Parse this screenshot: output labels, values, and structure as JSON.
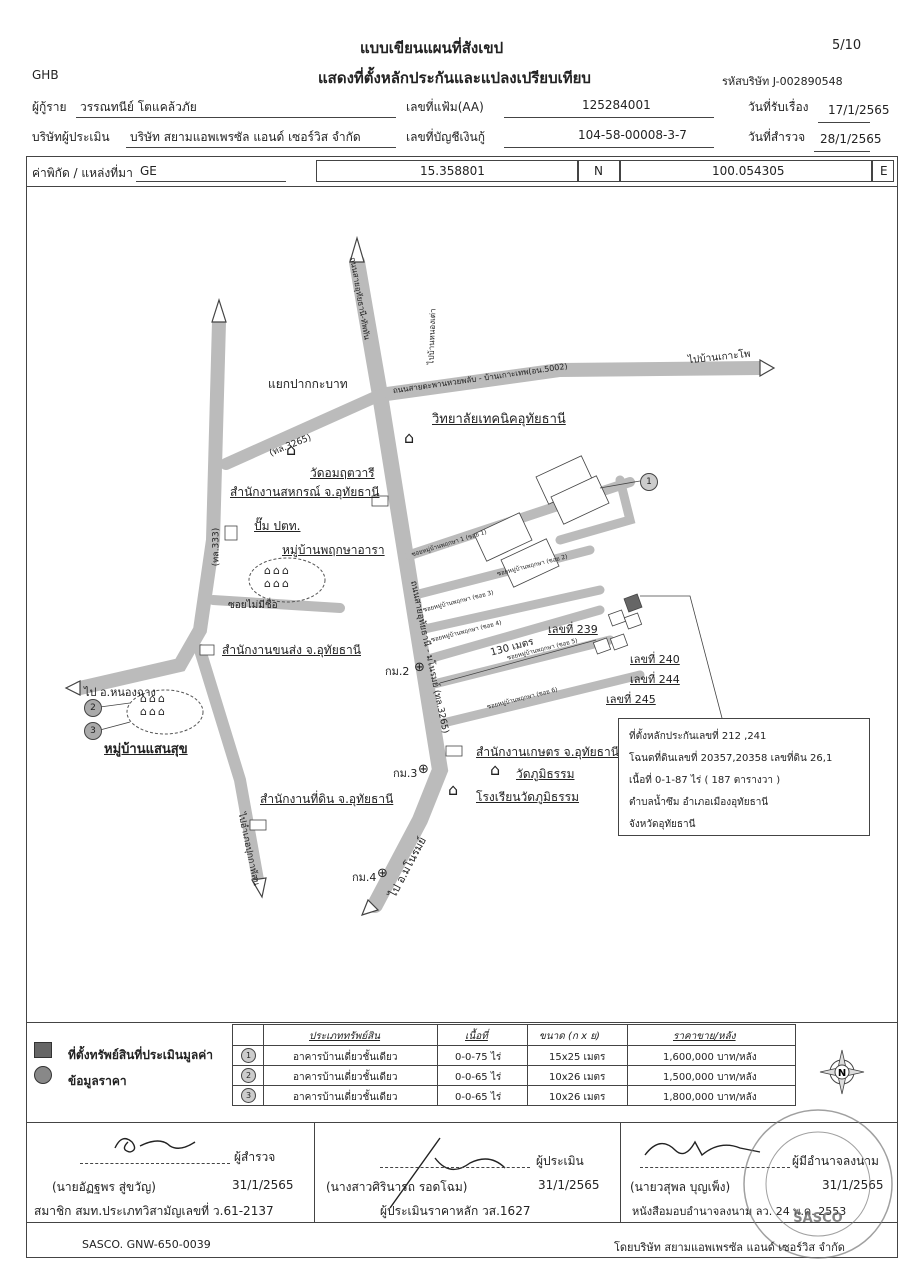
{
  "header": {
    "title1": "แบบเขียนแผนที่สังเขป",
    "title2": "แสดงที่ตั้งหลักประกันและแปลงเปรียบเทียบ",
    "page": "5/10",
    "bank": "GHB",
    "company_code": "รหัสบริษัท J-002890548"
  },
  "info": {
    "borrower_label": "ผู้กู้ราย",
    "borrower": "วรรณทนีย์ โตแคล้วภัย",
    "file_label": "เลขที่แฟ้ม(AA)",
    "file_no": "125284001",
    "received_label": "วันที่รับเรื่อง",
    "received_date": "17/1/2565",
    "appraiser_co_label": "บริษัทผู้ประเมิน",
    "appraiser_co": "บริษัท สยามแอพเพรซัล แอนด์ เซอร์วิส จำกัด",
    "account_label": "เลขที่บัญชีเงินกู้",
    "account_no": "104-58-00008-3-7",
    "survey_label": "วันที่สำรวจ",
    "survey_date": "28/1/2565"
  },
  "coords": {
    "label": "ค่าพิกัด / แหล่งที่มา",
    "source": "GE",
    "lat": "15.358801",
    "n": "N",
    "lon": "100.054305",
    "e": "E"
  },
  "map": {
    "road_labels": {
      "junction": "แยกปากกะบาท",
      "to_ko_pho": "ไปบ้านเกาะโพ",
      "road_5002": "ถนนสายตะพานหวยพลับ - บ้านเกาะเทพ(อน.5002)",
      "rd_3265_top": "(ทล.3265)",
      "rd_333": "(ทล.333)",
      "to_nong_chang": "ไป อ.หนองฉาง",
      "to_manorom": "ไป อ.มโนรมย์",
      "to_wat_sing": "ไปอำเภอปุกกาพัสน",
      "road_3265": "ถนนสายอุทัยธานี - มโนรมย์ (ทล.3265)",
      "soi": "ซอยไม่มีชื่อ",
      "to_north": "ไปบ้านหนองเต่า",
      "road_north": "ถนนสายอุทัยธานี-ทัพทัน",
      "side1": "ซอยหมู่บ้านพฤกษา 1 (ซอย 1)",
      "side2": "ซอยหมู่บ้านพฤกษา (ซอย 2)",
      "side3": "ซอยหมู่บ้านพฤกษา (ซอย 3)",
      "side4": "ซอยหมู่บ้านพฤกษา (ซอย 4)",
      "side5": "ซอยหมู่บ้านพฤกษา (ซอย 5)",
      "side6": "ซอยหมู่บ้านพฤกษา (ซอย 6)"
    },
    "places": {
      "college": "วิทยาลัยเทคนิคอุทัยธานี",
      "wat_amarat": "วัดอมฤตวารี",
      "coop": "สำนักงานสหกรณ์ จ.อุทัยธานี",
      "gas": "ปั๊ม ปตท.",
      "village_pruksa": "หมู่บ้านพฤกษาอารา",
      "transport": "สำนักงานขนส่ง จ.อุทัยธานี",
      "village_saensuk": "หมู่บ้านแสนสุข",
      "land_office": "สำนักงานที่ดิน จ.อุทัยธานี",
      "agri": "สำนักงานเกษตร จ.อุทัยธานี",
      "wat_phumi": "วัดภูมิธรรม",
      "school": "โรงเรียนวัดภูมิธรรม"
    },
    "km": [
      "กม.2",
      "กม.3",
      "กม.4"
    ],
    "lots": [
      "เลขที่ 239",
      "เลขที่ 240",
      "เลขที่ 244",
      "เลขที่ 245"
    ],
    "distance": "130 เมตร",
    "markers": [
      "1",
      "2",
      "3"
    ],
    "info_box": [
      "ที่ตั้งหลักประกันเลขที่ 212 ,241",
      "โฉนดที่ดินเลขที่ 20357,20358  เลขที่ดิน 26,1",
      "เนื้อที่  0-1-87 ไร่ ( 187 ตารางวา )",
      "ตำบลน้ำซึม อำเภอเมืองอุทัยธานี",
      "จังหวัดอุทัยธานี"
    ]
  },
  "legend": {
    "subject": "ที่ตั้งทรัพย์สินที่ประเมินมูลค่า",
    "comparable": "ข้อมูลราคา"
  },
  "table": {
    "headers": [
      "ประเภททรัพย์สิน",
      "เนื้อที่",
      "ขนาด (ก x ย)",
      "ราคาขาย/หลัง"
    ],
    "rows": [
      {
        "no": "1",
        "type": "อาคารบ้านเดี่ยวชั้นเดียว",
        "area": "0-0-75 ไร่",
        "size": "15x25 เมตร",
        "price": "1,600,000 บาท/หลัง"
      },
      {
        "no": "2",
        "type": "อาคารบ้านเดี่ยวชั้นเดียว",
        "area": "0-0-65 ไร่",
        "size": "10x26 เมตร",
        "price": "1,500,000 บาท/หลัง"
      },
      {
        "no": "3",
        "type": "อาคารบ้านเดี่ยวชั้นเดียว",
        "area": "0-0-65 ไร่",
        "size": "10x26 เมตร",
        "price": "1,800,000 บาท/หลัง"
      }
    ]
  },
  "signatures": {
    "surveyor_role": "ผู้สำรวจ",
    "surveyor_name": "(นายอัฏฐพร สู่ขวัญ)",
    "surveyor_date": "31/1/2565",
    "surveyor_cert": "สมาชิก สมท.ประเภทวิสามัญเลขที่ ว.61-2137",
    "appraiser_role": "ผู้ประเมิน",
    "appraiser_name": "(นางสาวศิรินารถ รอดโฉม)",
    "appraiser_date": "31/1/2565",
    "appraiser_cert": "ผู้ประเมินราคาหลัก วส.1627",
    "authorized_role": "ผู้มีอำนาจลงนาม",
    "authorized_name": "(นายวสุพล บุญเพ็ง)",
    "authorized_date": "31/1/2565",
    "authorized_cert": "หนังสือมอบอำนาจลงนาม ลว. 24 พ.ค. 2553"
  },
  "footer": {
    "code": "SASCO.  GNW-650-0039",
    "company": "โดยบริษัท สยามแอพเพรซัล แอนด์ เซอร์วิส จำกัด",
    "seal_text": "SASCO"
  }
}
